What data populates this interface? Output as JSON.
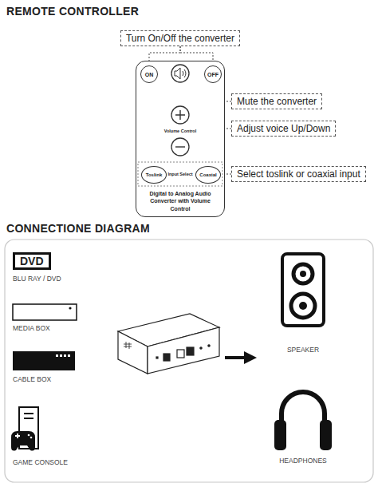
{
  "diagram": {
    "title": "REMOTE CONTROLLER",
    "nodes": [
      {
        "text": [
          "Turn On/Off the converter"
        ]
      },
      {
        "text": [
          "Digital to Analog Audio Converter with Volume Control"
        ]
      },
      {
        "text": [
          "ON"
        ],
        "in": 1
      },
      {
        "text": [
          "OFF"
        ],
        "in": 1
      },
      {
        "text": [
          "Toslink"
        ],
        "in": 1
      },
      {
        "text": [
          "Coaxial"
        ],
        "in": 1
      },
      {
        "text": [
          "Mute the converter"
        ]
      },
      {
        "text": [
          "Adjust voice Up/Down"
        ]
      },
      {
        "text": [
          "Select toslink or coaxial input"
        ]
      },
      {
        "text": [
          "DVD"
        ]
      }
    ],
    "edges": [
      {
        "from": 0,
        "to": 2,
        "arrow": "none"
      },
      {
        "from": 0,
        "to": 3,
        "arrow": "none"
      },
      {
        "from": 6,
        "to": 1,
        "arrow": "none"
      },
      {
        "from": 7,
        "to": 1,
        "arrow": "none"
      },
      {
        "from": 8,
        "to": 5,
        "arrow": "none"
      }
    ],
    "labels": [
      "CONNECTIONE DIAGRAM",
      "Volume Control",
      "Input Select",
      "BLU RAY / DVD",
      "MEDIA BOX",
      "CABLE BOX",
      "GAME CONSOLE",
      "SPEAKER",
      "HEADPHONES"
    ]
  }
}
